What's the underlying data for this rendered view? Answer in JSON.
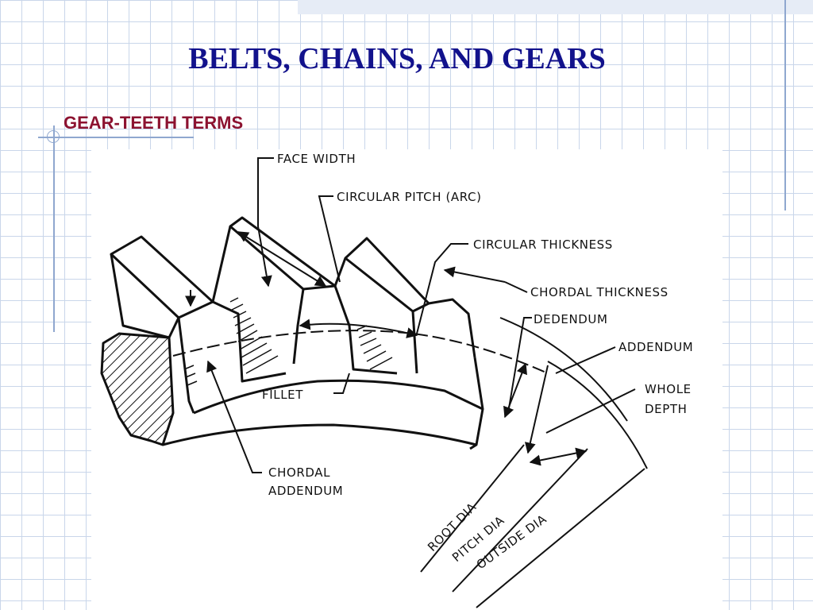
{
  "slide": {
    "title": "BELTS, CHAINS, AND GEARS",
    "subtitle": "GEAR-TEETH TERMS"
  },
  "colors": {
    "title": "#12128c",
    "subtitle": "#8c1230",
    "grid": "#c9d6ea",
    "accent_line": "#8fa7cf"
  },
  "diagram": {
    "labels": {
      "face_width": "FACE WIDTH",
      "circular_pitch": "CIRCULAR PITCH (ARC)",
      "circular_thickness": "CIRCULAR THICKNESS",
      "chordal_thickness": "CHORDAL THICKNESS",
      "dedendum": "DEDENDUM",
      "addendum": "ADDENDUM",
      "whole_depth_1": "WHOLE",
      "whole_depth_2": "DEPTH",
      "fillet": "FILLET",
      "chordal_addendum_1": "CHORDAL",
      "chordal_addendum_2": "ADDENDUM",
      "root_dia": "ROOT DIA",
      "pitch_dia": "PITCH DIA",
      "outside_dia": "OUTSIDE DIA"
    }
  }
}
